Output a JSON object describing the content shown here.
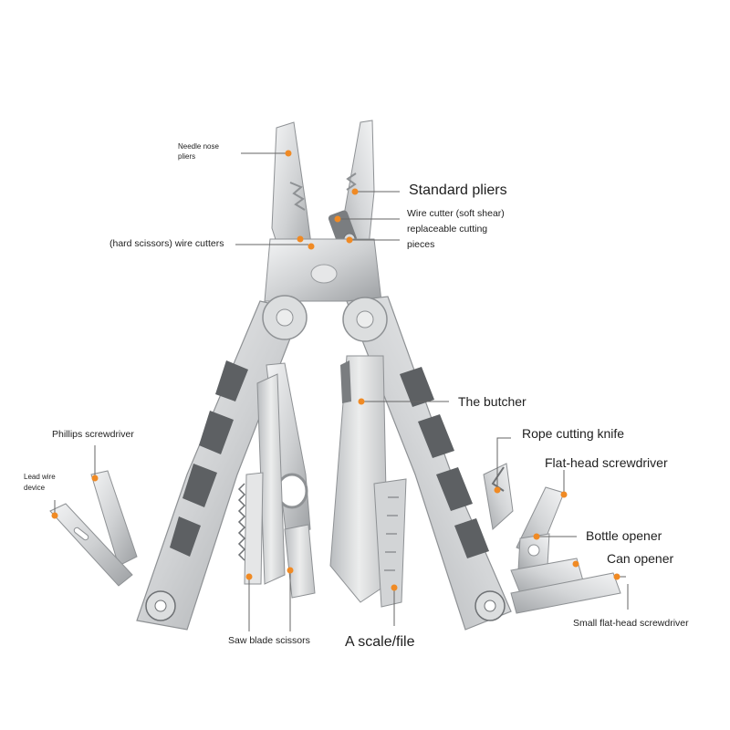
{
  "colors": {
    "accent": "#f08a24",
    "steel_light": "#e8e9ea",
    "steel_mid": "#c4c6c8",
    "steel_dark": "#8e9194",
    "leader": "#666666"
  },
  "labels": {
    "needle_nose_1": "Needle nose",
    "needle_nose_2": "pliers",
    "standard_pliers": "Standard pliers",
    "wire_cutter_soft": "Wire cutter (soft shear)",
    "replaceable_1": "replaceable cutting",
    "replaceable_2": "pieces",
    "hard_scissors": "(hard scissors) wire cutters",
    "the_butcher": "The butcher",
    "phillips": "Phillips screwdriver",
    "rope_cutting": "Rope cutting knife",
    "lead_wire_1": "Lead wire",
    "lead_wire_2": "device",
    "flat_head": "Flat-head screwdriver",
    "bottle_opener": "Bottle opener",
    "can_opener": "Can opener",
    "small_flat_head": "Small flat-head screwdriver",
    "saw_blade": "Saw blade scissors",
    "scale_file": "A scale/file"
  }
}
